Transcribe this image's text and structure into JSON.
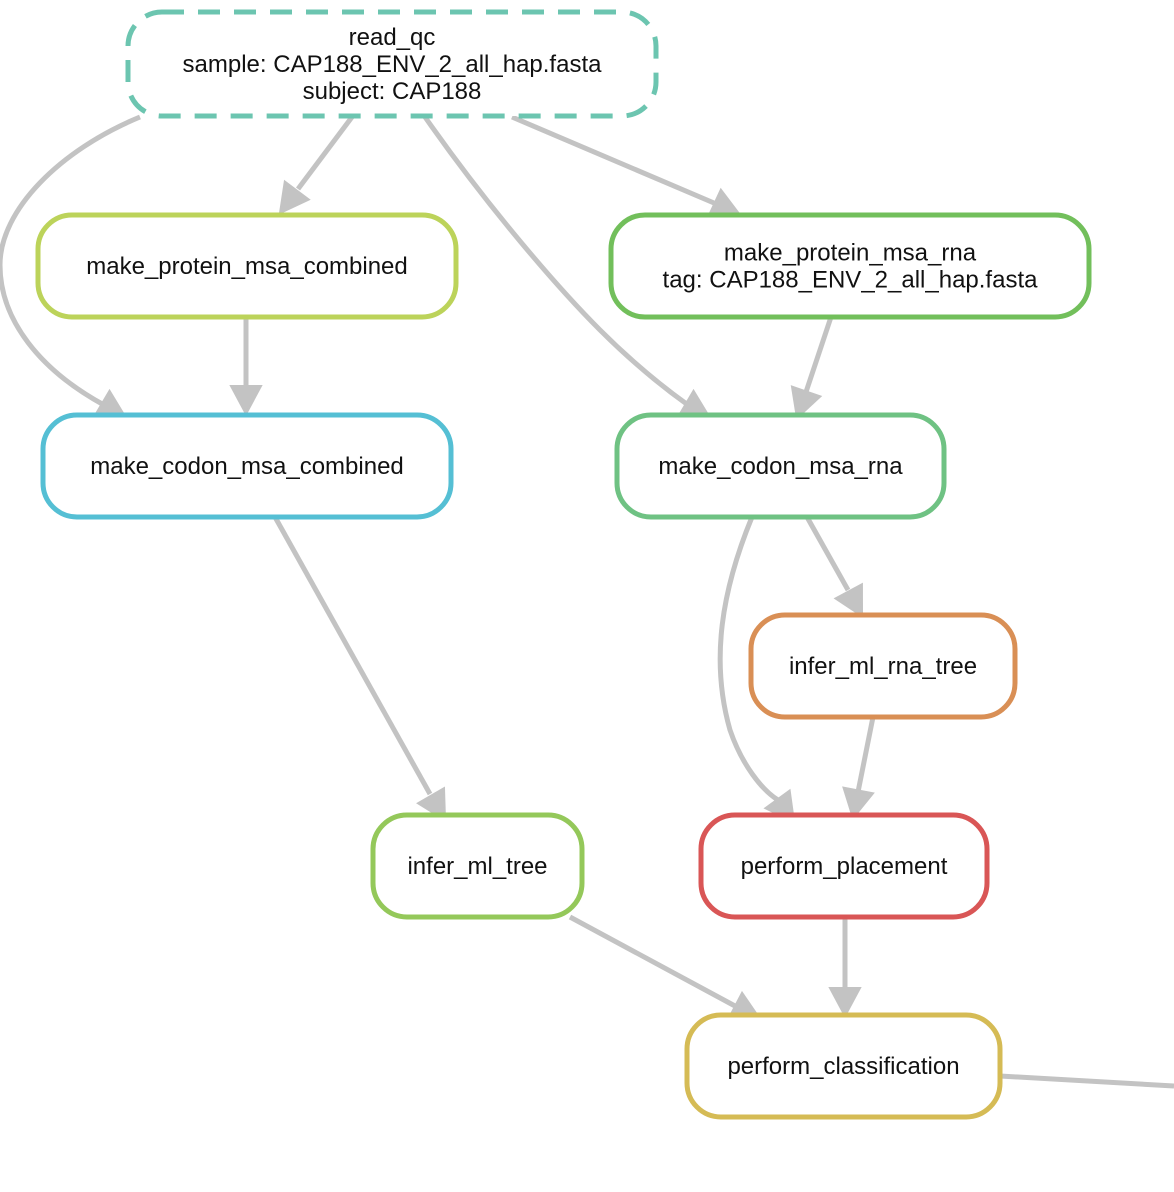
{
  "nodes": [
    {
      "id": "read_qc",
      "lines": [
        "read_qc",
        "sample: CAP188_ENV_2_all_hap.fasta",
        "subject: CAP188"
      ],
      "color": "#6cc5b0",
      "dashed": true
    },
    {
      "id": "make_protein_msa_combined",
      "lines": [
        "make_protein_msa_combined"
      ],
      "color": "#bcd35a",
      "dashed": false
    },
    {
      "id": "make_protein_msa_rna",
      "lines": [
        "make_protein_msa_rna",
        "tag: CAP188_ENV_2_all_hap.fasta"
      ],
      "color": "#72bf5b",
      "dashed": false
    },
    {
      "id": "make_codon_msa_combined",
      "lines": [
        "make_codon_msa_combined"
      ],
      "color": "#55bfd4",
      "dashed": false
    },
    {
      "id": "make_codon_msa_rna",
      "lines": [
        "make_codon_msa_rna"
      ],
      "color": "#6fc283",
      "dashed": false
    },
    {
      "id": "infer_ml_rna_tree",
      "lines": [
        "infer_ml_rna_tree"
      ],
      "color": "#d98f55",
      "dashed": false
    },
    {
      "id": "infer_ml_tree",
      "lines": [
        "infer_ml_tree"
      ],
      "color": "#94c85a",
      "dashed": false
    },
    {
      "id": "perform_placement",
      "lines": [
        "perform_placement"
      ],
      "color": "#d95656",
      "dashed": false
    },
    {
      "id": "perform_classification",
      "lines": [
        "perform_classification"
      ],
      "color": "#d5bb55",
      "dashed": false
    }
  ],
  "edges": [
    {
      "from": "read_qc",
      "to": "make_protein_msa_combined"
    },
    {
      "from": "read_qc",
      "to": "make_protein_msa_rna"
    },
    {
      "from": "read_qc",
      "to": "make_codon_msa_combined"
    },
    {
      "from": "read_qc",
      "to": "make_codon_msa_rna"
    },
    {
      "from": "make_protein_msa_combined",
      "to": "make_codon_msa_combined"
    },
    {
      "from": "make_protein_msa_rna",
      "to": "make_codon_msa_rna"
    },
    {
      "from": "make_codon_msa_combined",
      "to": "infer_ml_tree"
    },
    {
      "from": "make_codon_msa_rna",
      "to": "infer_ml_rna_tree"
    },
    {
      "from": "make_codon_msa_rna",
      "to": "perform_placement"
    },
    {
      "from": "infer_ml_rna_tree",
      "to": "perform_placement"
    },
    {
      "from": "infer_ml_tree",
      "to": "perform_classification"
    },
    {
      "from": "perform_placement",
      "to": "perform_classification"
    },
    {
      "from": "perform_classification",
      "to": ""
    }
  ],
  "colors": {
    "edge": "#c3c3c3",
    "background": "#ffffff",
    "text": "#111111"
  }
}
